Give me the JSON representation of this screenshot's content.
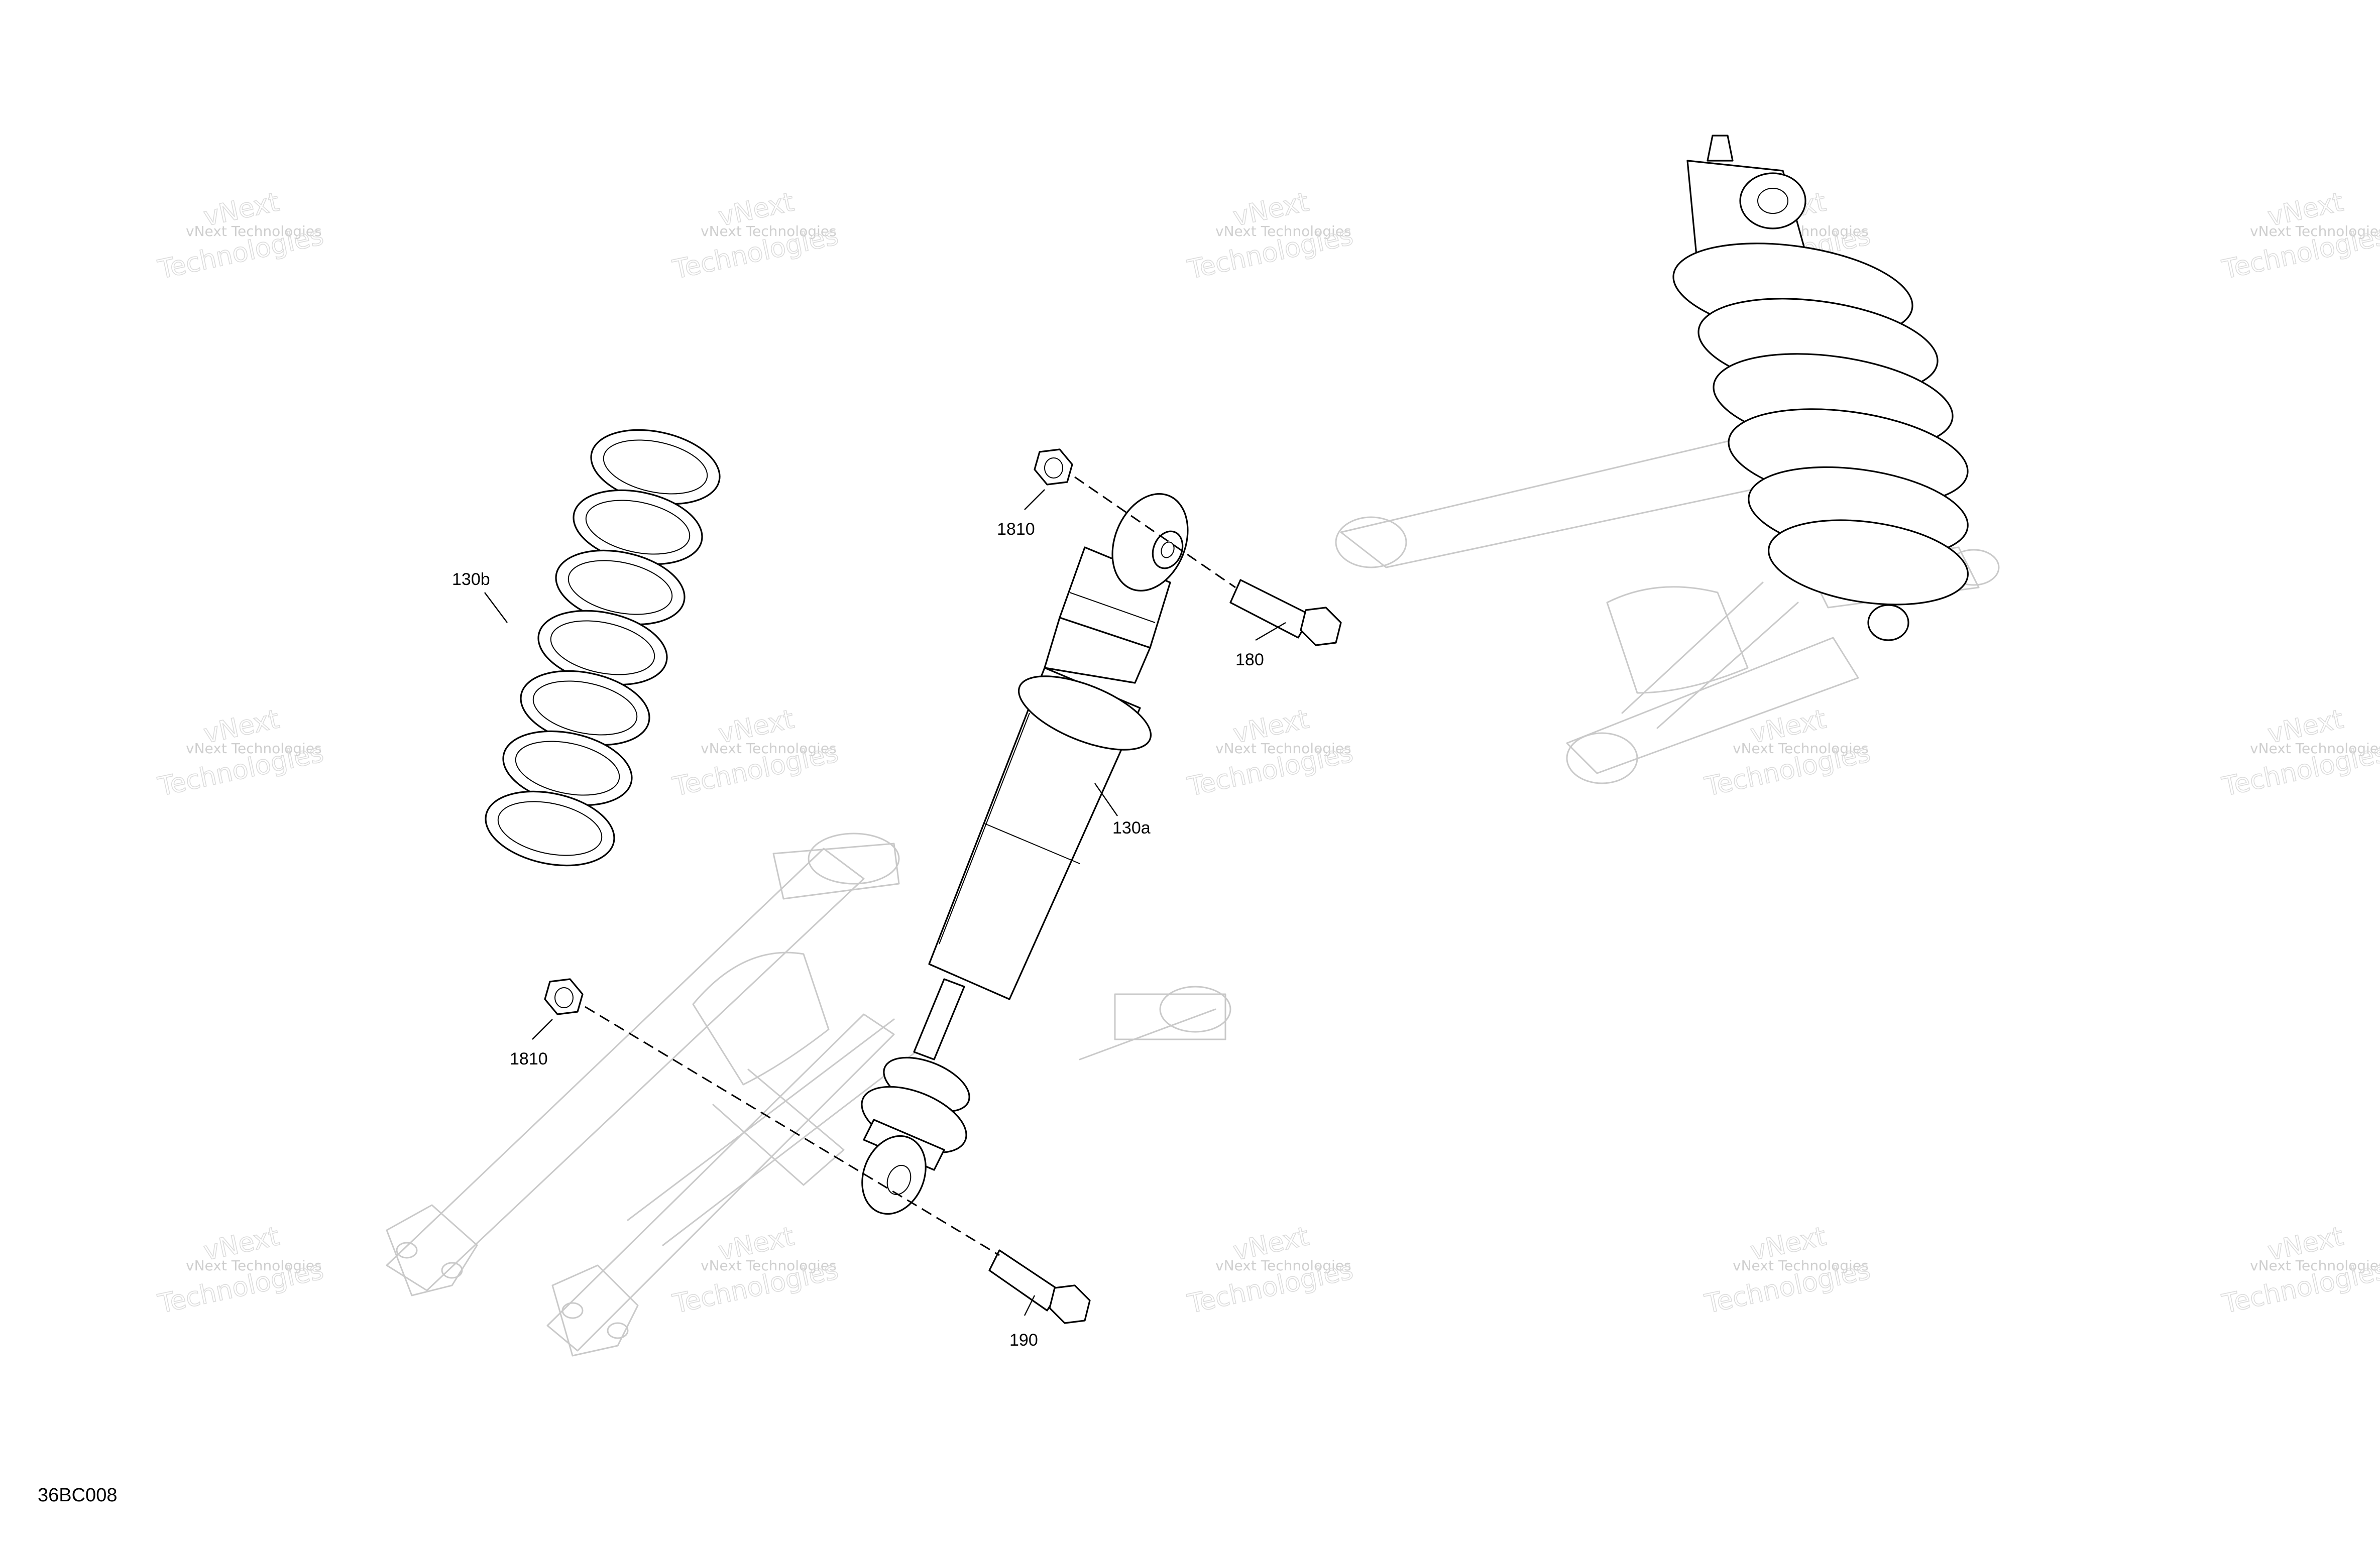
{
  "watermark": {
    "line1": "vNext Technologies",
    "line2": "vNext",
    "line3": "Technologies"
  },
  "callouts": {
    "spring": "130b",
    "shock_body": "130a",
    "nut_top": "1810",
    "bolt_top": "180",
    "nut_bottom": "1810",
    "bolt_bottom": "190"
  },
  "figure_code": "36BC008",
  "icons": {
    "spring": "coil-spring-icon",
    "shock": "shock-absorber-icon",
    "nut": "flange-nut-icon",
    "bolt": "flange-bolt-icon",
    "arm": "swing-arm-icon"
  }
}
